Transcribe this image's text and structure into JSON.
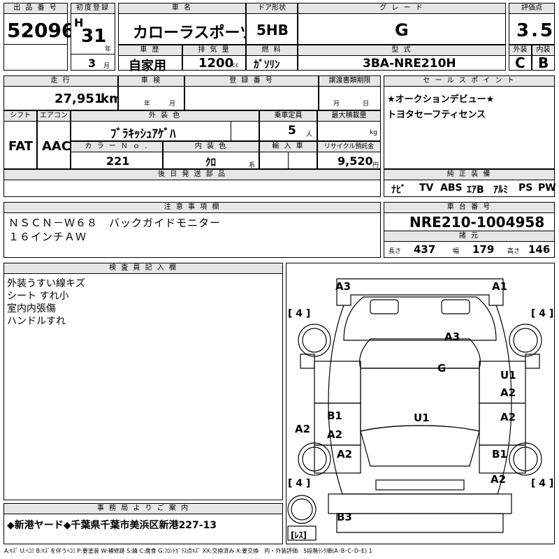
{
  "header": {
    "lot_no_label": "出 品 番 号",
    "lot_no": "52096",
    "first_reg_label": "初度登録",
    "era": "H",
    "year": "31",
    "year_unit": "年",
    "month": "3",
    "month_unit": "月",
    "car_name_label": "車 名",
    "car_name": "カローラスポーツ",
    "door_label": "ドア形状",
    "door": "5HB",
    "grade_label": "グ レ ー ド",
    "grade": "G",
    "score_label": "評価点",
    "score": "3.5",
    "history_label": "車 歴",
    "history": "自家用",
    "displacement_label": "排 気 量",
    "displacement": "1200",
    "displacement_unit": "cc",
    "fuel_label": "燃 料",
    "fuel": "ｶﾞｿﾘﾝ",
    "model_label": "型 式",
    "model": "3BA-NRE210H",
    "exterior_label": "外装",
    "exterior": "C",
    "interior_label": "内装",
    "interior": "B"
  },
  "row2": {
    "mileage_label": "走 行",
    "mileage": "27,951",
    "mileage_unit": "km",
    "inspection_label": "車 検",
    "inspection_year_unit": "年",
    "inspection_month_unit": "月",
    "reg_no_label": "登 録 番 号",
    "doc_deadline_label": "譲渡書類期限",
    "doc_month_unit": "月",
    "doc_day_unit": "日",
    "sales_point_label": "セ ー ル ス ポ イ ン ト",
    "sales_points": [
      "★オークションデビュー★",
      "トヨタセーフティセンス"
    ],
    "shift_label": "シフト",
    "shift": "FAT",
    "ac_label": "エアコン",
    "ac": "AAC",
    "color_label": "外 装 色",
    "color": "ﾌﾞﾗｷｯｼｭｱｹﾞﾊ",
    "capacity_label": "乗車定員",
    "capacity": "5",
    "capacity_unit": "人",
    "load_label": "最大積載量",
    "load_unit": "kg",
    "color_no_label": "カ ラ ー Ｎ ｏ .",
    "color_no": "221",
    "int_color_label": "内 装 色",
    "int_color": "ｸﾛ",
    "int_color_unit": "系",
    "import_label": "輸 入 車",
    "recycle_label": "リサイクル預託金",
    "recycle": "9,520",
    "recycle_unit": "円",
    "later_parts_label": "後 日 発 送 部 品",
    "equipment_label": "純 正 装 備",
    "equipment": [
      "ﾅﾋﾞ",
      "TV",
      "ABS",
      "ｴｱB",
      "ｱﾙﾐ",
      "PS",
      "PW"
    ]
  },
  "notes": {
    "label": "注 意 事 項 欄",
    "lines": [
      "ＮＳＣＮ－Ｗ６８　バックガイドモニター",
      "１６インチＡＷ"
    ],
    "chassis_label": "車 台 番 号",
    "chassis": "NRE210-1004958",
    "spec_label": "諸 元",
    "length_label": "長さ",
    "length": "437",
    "width_label": "幅",
    "width": "179",
    "height_label": "高さ",
    "height": "146"
  },
  "inspector": {
    "label": "検 査 員 記 入 欄",
    "lines": [
      "外装うすい線キズ",
      "シート すれ小",
      "室内内張傷",
      "ハンドルすれ"
    ]
  },
  "diagram": {
    "marks": [
      "A3",
      "A1",
      "[ 4 ]",
      "[ 4 ]",
      "A3",
      "G",
      "U1",
      "A2",
      "B1",
      "U1",
      "A2",
      "A2",
      "A2",
      "A2",
      "B1",
      "[ 4 ]",
      "[ 4 ]",
      "A2",
      "B3",
      "[ﾚｽ]"
    ]
  },
  "office": {
    "label": "事 務 局 よ り ご 案 内",
    "text": "◆新港ヤード◆千葉県千葉市美浜区新港227-13"
  },
  "legend": "A:ｷｽﾞ U:ﾍｺﾐ B:ｷｽﾞを伴うﾍｺﾐ P:要塗装 W:補修跡 S:錆 C:腐食 G:ﾌﾛﾝﾄｶﾞﾗｽ点ｷｽﾞ XX:交換済み X:要交換　内・外装評価　5段階ﾗﾝｸ順(A･B･C･D･E) 1"
}
